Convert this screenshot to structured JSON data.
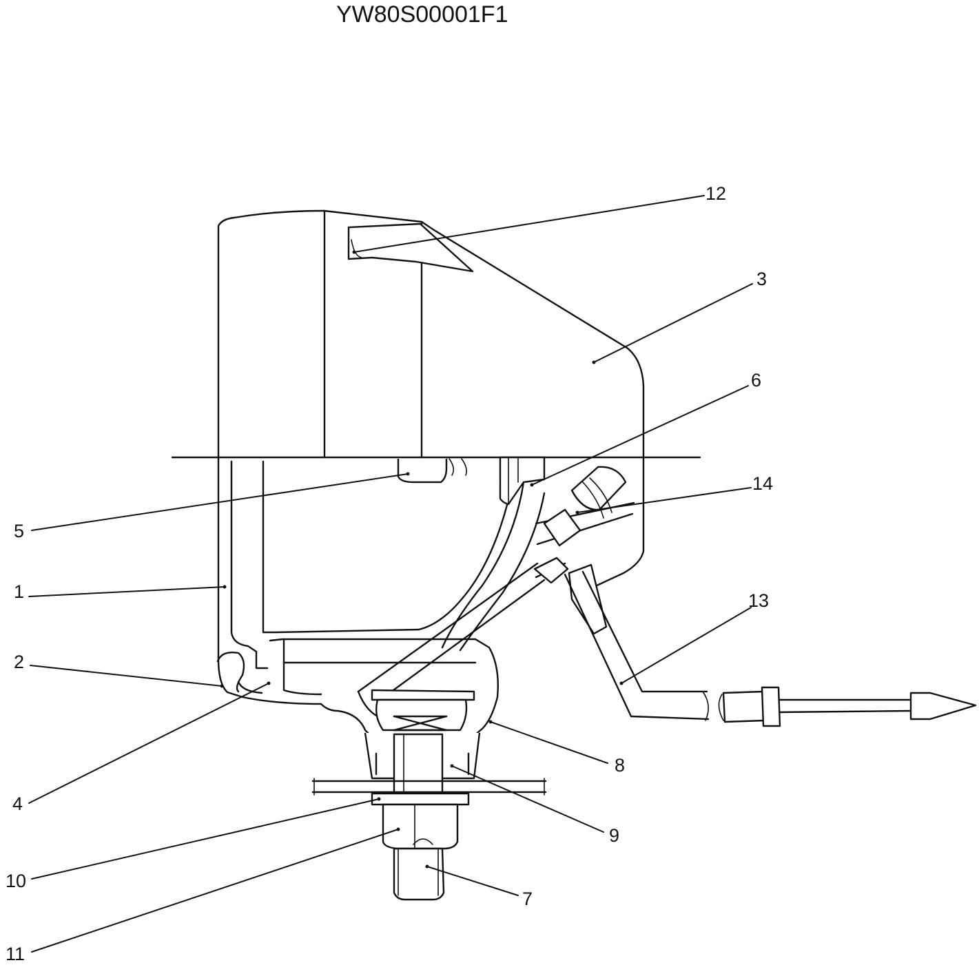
{
  "figure_code": "YW80S00001F1",
  "callouts": [
    {
      "id": "c1",
      "text": "1"
    },
    {
      "id": "c2",
      "text": "2"
    },
    {
      "id": "c3",
      "text": "3"
    },
    {
      "id": "c4",
      "text": "4"
    },
    {
      "id": "c5",
      "text": "5"
    },
    {
      "id": "c6",
      "text": "6"
    },
    {
      "id": "c7",
      "text": "7"
    },
    {
      "id": "c8",
      "text": "8"
    },
    {
      "id": "c9",
      "text": "9"
    },
    {
      "id": "c10",
      "text": "10"
    },
    {
      "id": "c11",
      "text": "11"
    },
    {
      "id": "c12",
      "text": "12"
    },
    {
      "id": "c13",
      "text": "13"
    },
    {
      "id": "c14",
      "text": "14"
    }
  ]
}
